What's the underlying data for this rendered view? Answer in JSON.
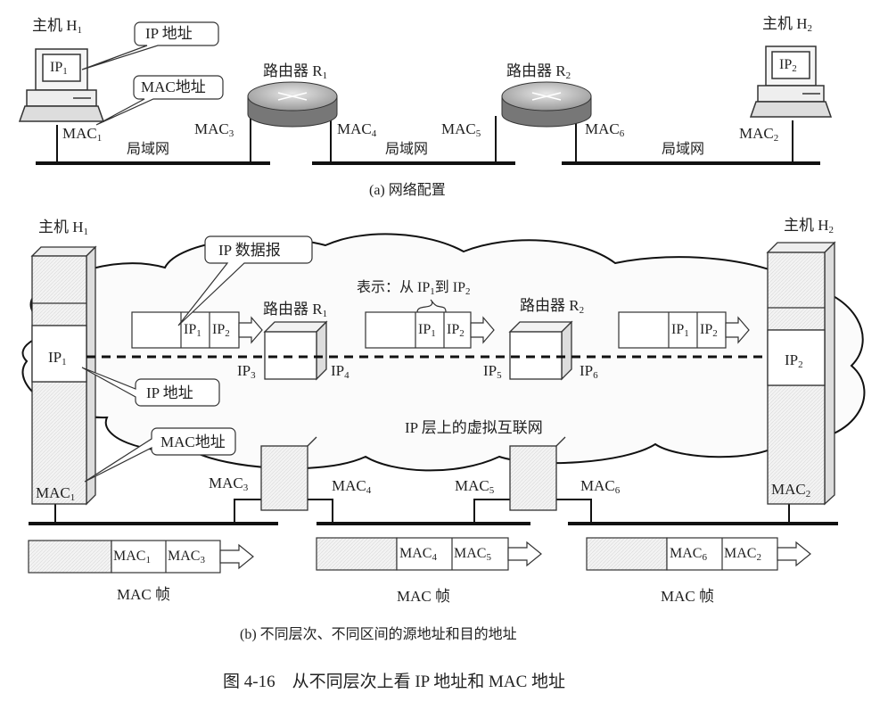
{
  "part_a": {
    "host1_label": "主机 H",
    "host1_sub": "1",
    "host2_label": "主机 H",
    "host2_sub": "2",
    "host1_ip": "IP",
    "host1_ip_sub": "1",
    "host2_ip": "IP",
    "host2_ip_sub": "2",
    "callout_ip": "IP 地址",
    "callout_mac": "MAC地址",
    "router1_label": "路由器 R",
    "router1_sub": "1",
    "router2_label": "路由器 R",
    "router2_sub": "2",
    "mac_prefix": "MAC",
    "mac1_sub": "1",
    "mac2_sub": "2",
    "mac3_sub": "3",
    "mac4_sub": "4",
    "mac5_sub": "5",
    "mac6_sub": "6",
    "lan_label": "局域网",
    "caption": "(a) 网络配置"
  },
  "part_b": {
    "host1_label": "主机 H",
    "host1_sub": "1",
    "host2_label": "主机 H",
    "host2_sub": "2",
    "callout_datagram": "IP 数据报",
    "callout_ip": "IP 地址",
    "callout_mac": "MAC地址",
    "router1_label": "路由器 R",
    "router1_sub": "1",
    "router2_label": "路由器 R",
    "router2_sub": "2",
    "legend_text": "表示：从 IP",
    "legend_sub1": "1",
    "legend_to": "到 IP",
    "legend_sub2": "2",
    "ip_prefix": "IP",
    "ip1_sub": "1",
    "ip2_sub": "2",
    "ip3_sub": "3",
    "ip4_sub": "4",
    "ip5_sub": "5",
    "ip6_sub": "6",
    "cloud_label": "IP 层上的虚拟互联网",
    "mac_prefix": "MAC",
    "mac1_sub": "1",
    "mac2_sub": "2",
    "mac3_sub": "3",
    "mac4_sub": "4",
    "mac5_sub": "5",
    "mac6_sub": "6",
    "frame_label": "MAC 帧",
    "caption": "(b) 不同层次、不同区间的源地址和目的地址"
  },
  "figure_caption": "图 4-16    从不同层次上看 IP 地址和 MAC 地址"
}
